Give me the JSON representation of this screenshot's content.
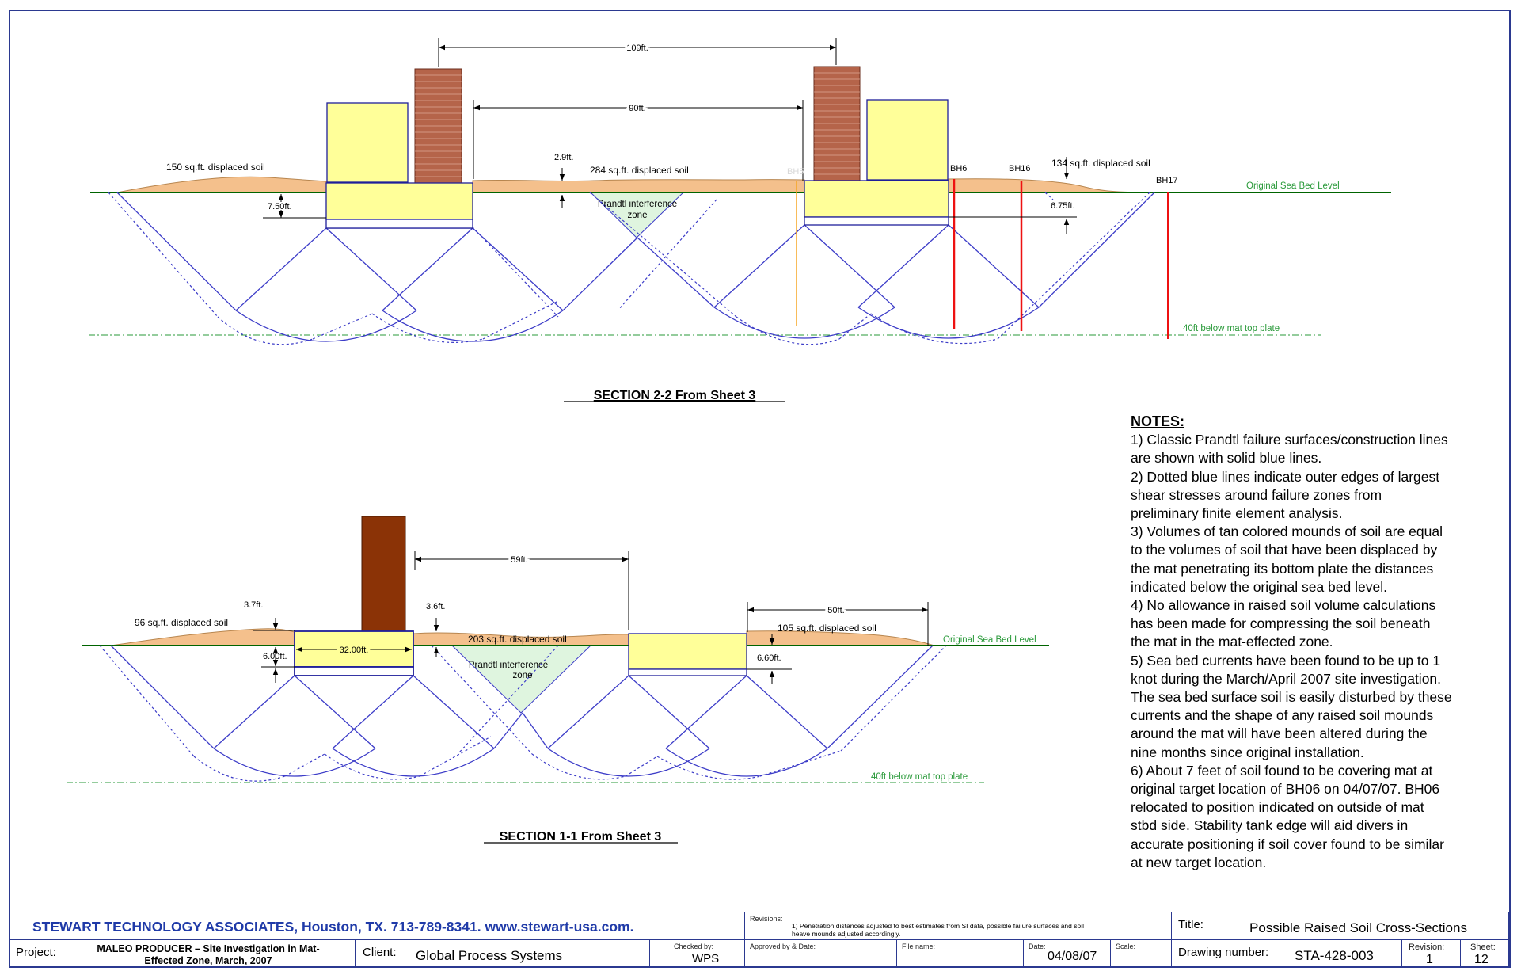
{
  "section_2_2": {
    "title": "SECTION 2-2 From Sheet 3",
    "dim_109": "109ft.",
    "dim_90": "90ft.",
    "dim_2_9": "2.9ft.",
    "dim_7_50": "7.50ft.",
    "dim_6_75": "6.75ft.",
    "label_150": "150 sq.ft. displaced soil",
    "label_284": "284 sq.ft. displaced soil",
    "label_134": "134 sq.ft. displaced soil",
    "prandtl": [
      "Prandtl interference",
      "zone"
    ],
    "bh5": "BH5",
    "bh6": "BH6",
    "bh16": "BH16",
    "bh17": "BH17",
    "sea_bed": "Original Sea Bed Level",
    "below": "40ft below mat top plate"
  },
  "section_1_1": {
    "title": "SECTION 1-1 From Sheet 3",
    "dim_59": "59ft.",
    "dim_50": "50ft.",
    "dim_3_7": "3.7ft.",
    "dim_3_6": "3.6ft.",
    "dim_6_00": "6.00ft.",
    "dim_6_60": "6.60ft.",
    "dim_32": "32.00ft.",
    "label_96": "96 sq.ft. displaced soil",
    "label_203": "203 sq.ft. displaced soil",
    "label_105": "105 sq.ft. displaced soil",
    "prandtl": [
      "Prandtl interference",
      "zone"
    ],
    "sea_bed": "Original Sea Bed Level",
    "below": "40ft below mat top plate"
  },
  "notes": {
    "title": "NOTES:",
    "lines": [
      "1) Classic Prandtl failure surfaces/construction lines",
      "are shown with solid blue lines.",
      "2) Dotted blue lines indicate outer edges of largest",
      "shear stresses around failure zones from",
      "preliminary finite element analysis.",
      "3) Volumes of tan colored mounds of soil are equal",
      "to the volumes of soil that have been displaced by",
      "the mat penetrating its bottom plate the distances",
      "indicated below the original sea bed level.",
      "4) No allowance in raised soil volume calculations",
      "has been made for compressing the soil beneath",
      "the mat in the mat-effected zone.",
      "5) Sea bed currents have been found to be up to 1",
      "knot during the March/April 2007 site investigation.",
      "The sea bed surface soil is easily disturbed by these",
      "currents and the shape of any raised soil mounds",
      "around the mat will have been altered during the",
      "nine months since original installation.",
      "6) About 7 feet of soil found to be covering mat at",
      "original target location of BH06 on 04/07/07.  BH06",
      "relocated to position indicated on outside of mat",
      "stbd side.  Stability tank edge will aid divers in",
      "accurate positioning if soil cover found to be similar",
      "at new target location."
    ]
  },
  "title_block": {
    "company": "STEWART TECHNOLOGY ASSOCIATES, Houston, TX.  713-789-8341.  www.stewart-usa.com.",
    "revisions_label": "Revisions:",
    "revisions_text": [
      "1) Penetration distances adjusted to best estimates from SI data, possible failure surfaces and soil",
      "heave mounds adjusted accordingly."
    ],
    "title_label": "Title:",
    "title_value": "Possible Raised Soil Cross-Sections",
    "project_label": "Project:",
    "project_value": [
      "MALEO PRODUCER – Site Investigation in Mat-",
      "Effected Zone, March, 2007"
    ],
    "client_label": "Client:",
    "client_value": "Global Process Systems",
    "checked_label": "Checked by:",
    "checked_value": "WPS",
    "approved_label": "Approved by & Date:",
    "file_label": "File name:",
    "date_label": "Date:",
    "date_value": "04/08/07",
    "scale_label": "Scale:",
    "drawing_label": "Drawing number:",
    "drawing_value": "STA-428-003",
    "revision_label": "Revision:",
    "revision_value": "1",
    "sheet_label": "Sheet:",
    "sheet_value": "12"
  },
  "colors": {
    "frame": "#2b3990",
    "construction_line": "#3c3cc8",
    "sea_bed": "#006400",
    "soil_mound": "#f4c08c",
    "mat_fill": "#ffff99",
    "stability_column_2_2": "#b5644a",
    "stability_column_1_1": "#8b3306",
    "borehole_red": "#ee1111",
    "borehole_bh5": "#f5a623",
    "prandtl_zone": "#dff5df",
    "annotation_green": "#2a9a3a",
    "title_blue": "#1f3aa8"
  }
}
